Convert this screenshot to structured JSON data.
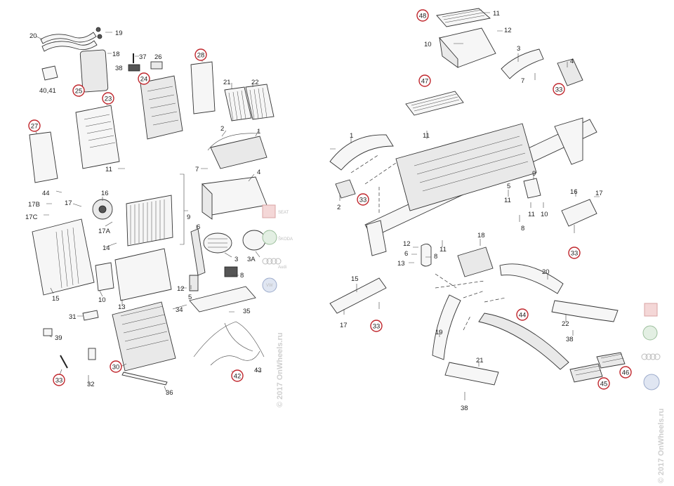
{
  "watermark": "© 2017 OnWheels.ru",
  "brands": {
    "seat": "SEAT",
    "skoda": "ŠKODA",
    "audi": "Audi",
    "vw": "VW"
  },
  "left_labels": {
    "l20": "20",
    "l19": "19",
    "l18": "18",
    "l40_41": "40,41",
    "l37": "37",
    "l38": "38",
    "l26": "26",
    "l28": "28",
    "l25": "25",
    "l23": "23",
    "l24": "24",
    "l21": "21",
    "l22": "22",
    "l27": "27",
    "l2": "2",
    "l1": "1",
    "l11": "11",
    "l7": "7",
    "l4": "4",
    "l44": "44",
    "l17B": "17B",
    "l17": "17",
    "l16": "16",
    "l17C": "17C",
    "l17A": "17A",
    "l14": "14",
    "l9": "9",
    "l6": "6",
    "l3": "3",
    "l3A": "3A",
    "l8": "8",
    "l15": "15",
    "l10": "10",
    "l13": "13",
    "l12": "12",
    "l5": "5",
    "l34": "34",
    "l35": "35",
    "l31": "31",
    "l39": "39",
    "l33": "33",
    "l30": "30",
    "l32": "32",
    "l36": "36",
    "l42": "42",
    "l43": "43"
  },
  "right_labels": {
    "r48": "48",
    "r11a": "11",
    "r12": "12",
    "r10a": "10",
    "r3": "3",
    "r4": "4",
    "r7": "7",
    "r33a": "33",
    "r47": "47",
    "r11b": "11",
    "r1": "1",
    "r9": "9",
    "r2": "2",
    "r33b": "33",
    "r5": "5",
    "r11c": "11",
    "r11d": "11",
    "r10b": "10",
    "r8": "8",
    "r16": "16",
    "r17a": "17",
    "r33c": "33",
    "r18": "18",
    "r12b": "12",
    "r6": "6",
    "r11e": "11",
    "r13": "13",
    "r8b": "8",
    "r20": "20",
    "r15": "15",
    "r17b": "17",
    "r33d": "33",
    "r44": "44",
    "r22": "22",
    "r38a": "38",
    "r19": "19",
    "r21": "21",
    "r45": "45",
    "r46": "46",
    "r38b": "38"
  }
}
